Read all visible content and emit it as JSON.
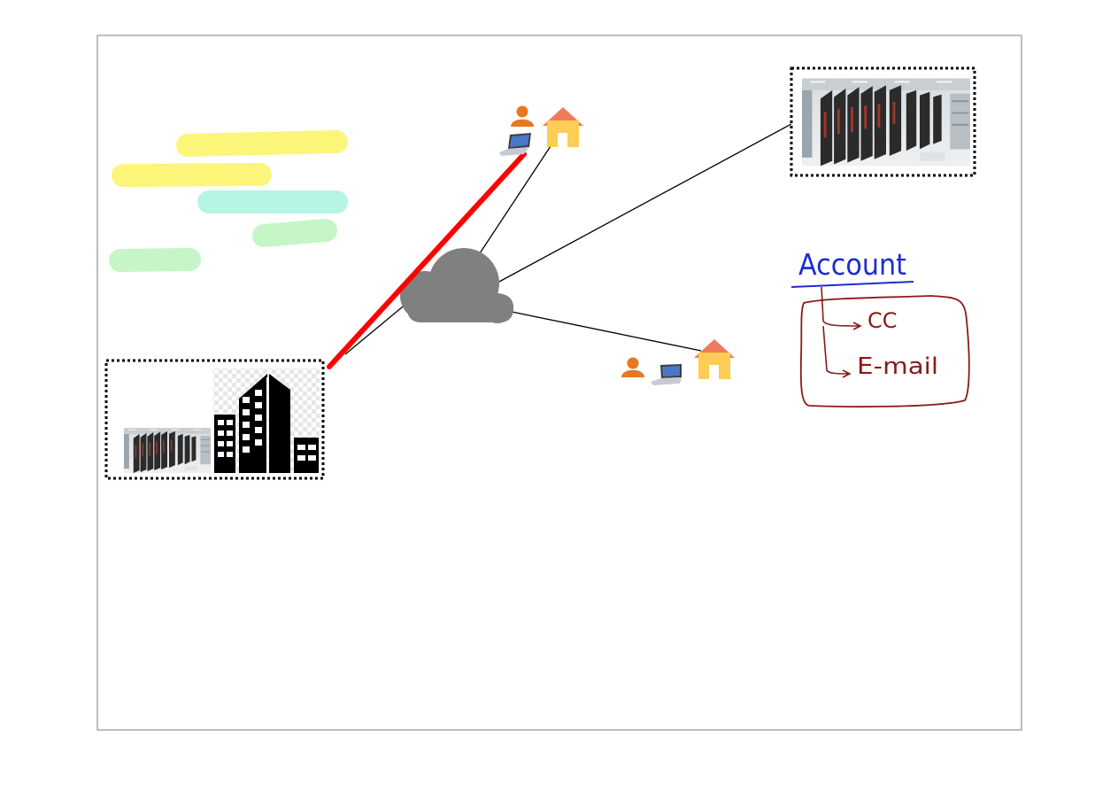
{
  "colors": {
    "frame": "#bdbdbd",
    "cloud": "#808080",
    "connector": "#000000",
    "highlight_link": "#ff0000",
    "person": "#e87722",
    "house_roof": "#f07a5c",
    "house_wall": "#ffcc55",
    "highlight_yellow": "#fbf67a",
    "highlight_teal": "#b6f5e4",
    "highlight_green": "#c6f5c8",
    "ink_blue": "#1f2ccf",
    "ink_red": "#8b1a1a",
    "building": "#000000"
  },
  "icons": [
    "cloud-icon",
    "person-icon",
    "laptop-icon",
    "house-icon",
    "building-icon",
    "server-rack-photo"
  ],
  "notes": {
    "title": "Account",
    "items": [
      "CC",
      "E-mail"
    ]
  }
}
